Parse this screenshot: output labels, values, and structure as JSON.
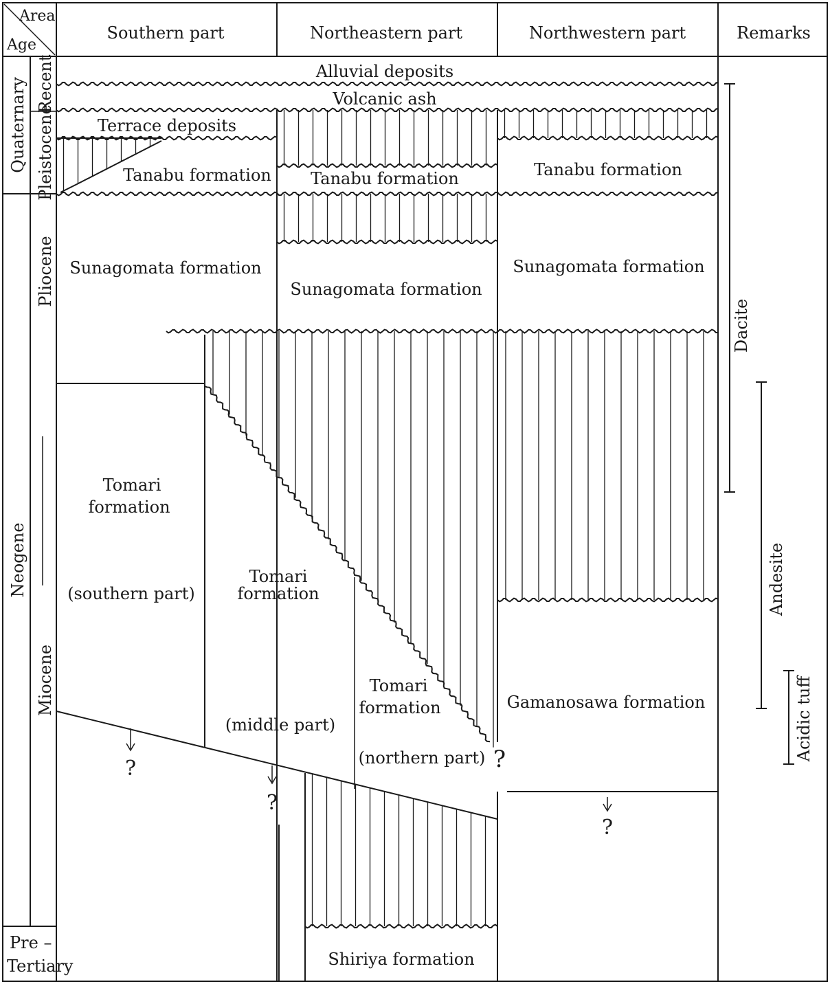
{
  "header": {
    "corner_area": "Area",
    "corner_age": "Age",
    "southern": "Southern part",
    "northeastern": "Northeastern part",
    "northwestern": "Northwestern part",
    "remarks": "Remarks"
  },
  "ages": {
    "quaternary": "Quaternary",
    "recent": "Recent",
    "pleistocene": "Pleistocene",
    "neogene": "Neogene",
    "pliocene": "Pliocene",
    "miocene": "Miocene",
    "pre": "Pre –",
    "tertiary": "Tertiary"
  },
  "formations": {
    "alluvial": "Alluvial deposits",
    "volcanic_ash": "Volcanic ash",
    "terrace": "Terrace deposits",
    "tanabu_s": "Tanabu formation",
    "tanabu_ne": "Tanabu formation",
    "tanabu_nw": "Tanabu formation",
    "sunagomata_s": "Sunagomata formation",
    "sunagomata_ne": "Sunagomata formation",
    "sunagomata_nw": "Sunagomata formation",
    "tomari_s_1": "Tomari",
    "tomari_s_2": "formation",
    "tomari_s_part": "(southern part)",
    "tomari_m_1": "Tomari",
    "tomari_m_2": "formation",
    "tomari_m_part": "(middle part)",
    "tomari_n_1": "Tomari",
    "tomari_n_2": "formation",
    "tomari_n_part": "(northern part)",
    "gamanosawa": "Gamanosawa formation",
    "shiriya": "Shiriya formation"
  },
  "remarks": {
    "dacite": "Dacite",
    "andesite": "Andesite",
    "acidic_tuff": "Acidic tuff"
  },
  "unknown_mark": "?"
}
